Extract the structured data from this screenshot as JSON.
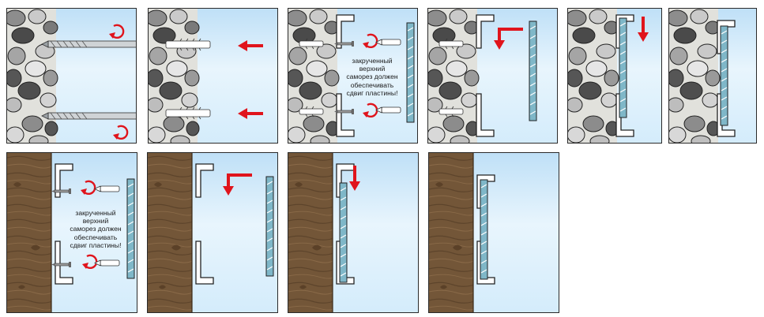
{
  "colors": {
    "sky": "#cfe8f9",
    "stone_light": "#c9c9c9",
    "stone_mid": "#8d8d8d",
    "stone_dark": "#4a4a4a",
    "mortar": "#e3e3de",
    "wood": "#6f5438",
    "wood_light": "#8b6c49",
    "arrow_red": "#e0141c",
    "strip_fill": "#4f9ab0"
  },
  "notes": {
    "stone_panel": [
      "закрученный",
      "верхний",
      "саморез должен",
      "обеспечивать",
      "сдвиг пластины!"
    ],
    "wood_panel": [
      "закрученный",
      "верхний",
      "саморез должен",
      "обеспечивать",
      "сдвиг пластины!"
    ]
  },
  "icons": [
    "drill-bit-icon",
    "rotate-arrow-icon",
    "push-arrow-icon",
    "bracket-icon",
    "dowel-icon",
    "screw-icon",
    "down-arrow-icon",
    "corner-arrow-icon"
  ]
}
